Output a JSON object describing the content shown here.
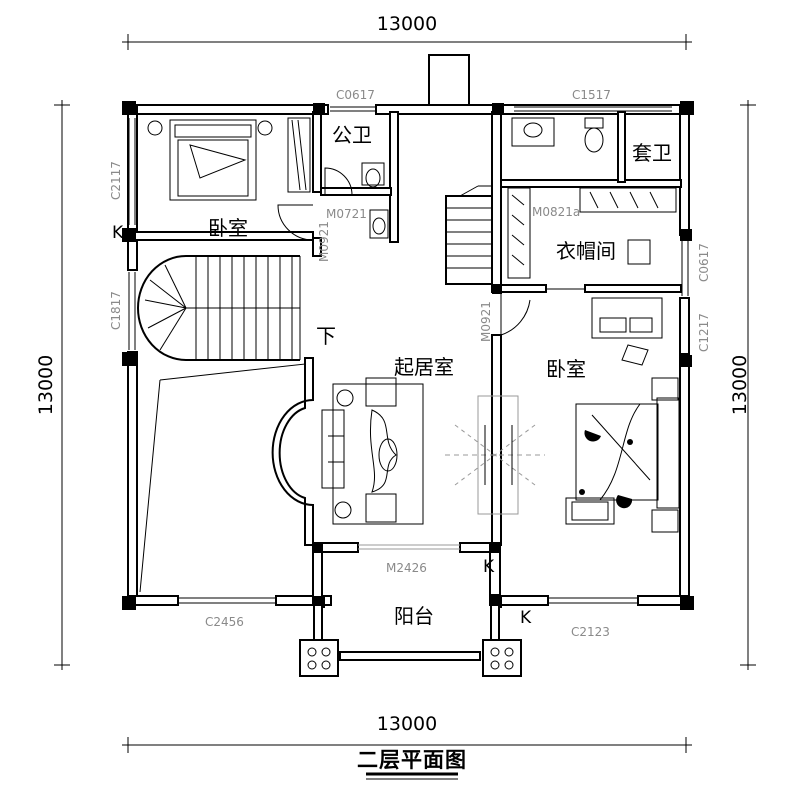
{
  "dimensions": {
    "top": "13000",
    "bottom": "13000",
    "left": "13000",
    "right": "13000"
  },
  "rooms": {
    "bedroom_west": "卧室",
    "public_bath": "公卫",
    "suite_bath": "套卫",
    "walk_in_closet": "衣帽间",
    "living_room": "起居室",
    "bedroom_east": "卧室",
    "balcony": "阳台"
  },
  "annotations": {
    "stair_down": "下",
    "k_left": "K",
    "k_center": "K",
    "k_bottom": "K"
  },
  "openings": {
    "c0617_top": "C0617",
    "c1517": "C1517",
    "c2117": "C2117",
    "c1817": "C1817",
    "c0617_right": "C0617",
    "c1217": "C1217",
    "c2456": "C2456",
    "c2123": "C2123",
    "m0721": "M0721",
    "m0821a": "M0821a",
    "m0921_bedroom": "M0921",
    "m0921_stair": "M0921",
    "m2426": "M2426"
  },
  "title": "二层平面图"
}
